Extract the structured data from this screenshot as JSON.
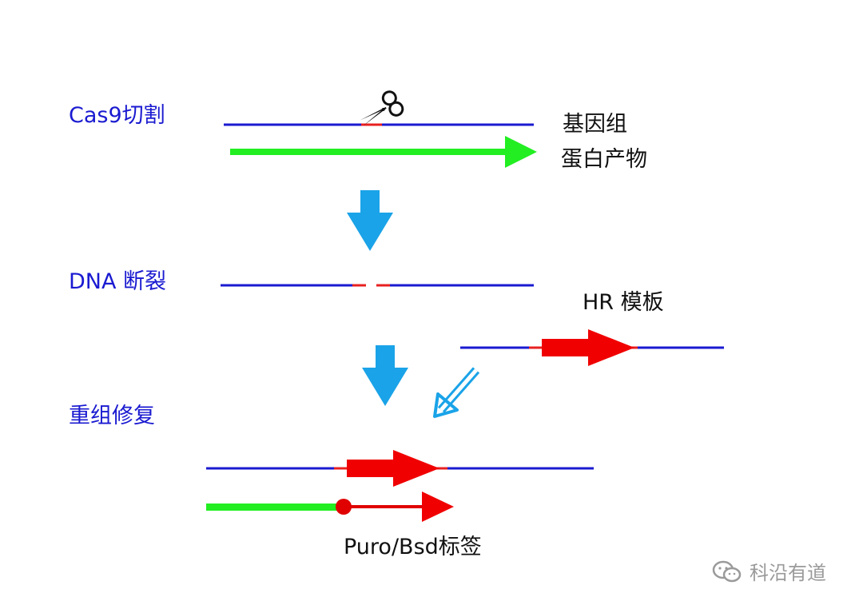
{
  "steps": {
    "cut": "Cas9切割",
    "break": "DNA 断裂",
    "repair": "重组修复"
  },
  "labels": {
    "genome": "基因组",
    "protein": "蛋白产物",
    "hr_template": "HR 模板",
    "tag": "Puro/Bsd标签"
  },
  "watermark": {
    "text": "科沿有道",
    "icon": "wechat-icon"
  },
  "icons": {
    "scissors": "scissors-icon",
    "process_arrow": "down-arrow-icon",
    "insert_arrow": "diagonal-arrow-icon"
  },
  "colors": {
    "dna": "#1a1ad1",
    "protein": "#22ee22",
    "cut_site": "#e82020",
    "insert": "#f00000",
    "process_arrow": "#1aa3e8",
    "label_blue": "#1a1ad1"
  }
}
